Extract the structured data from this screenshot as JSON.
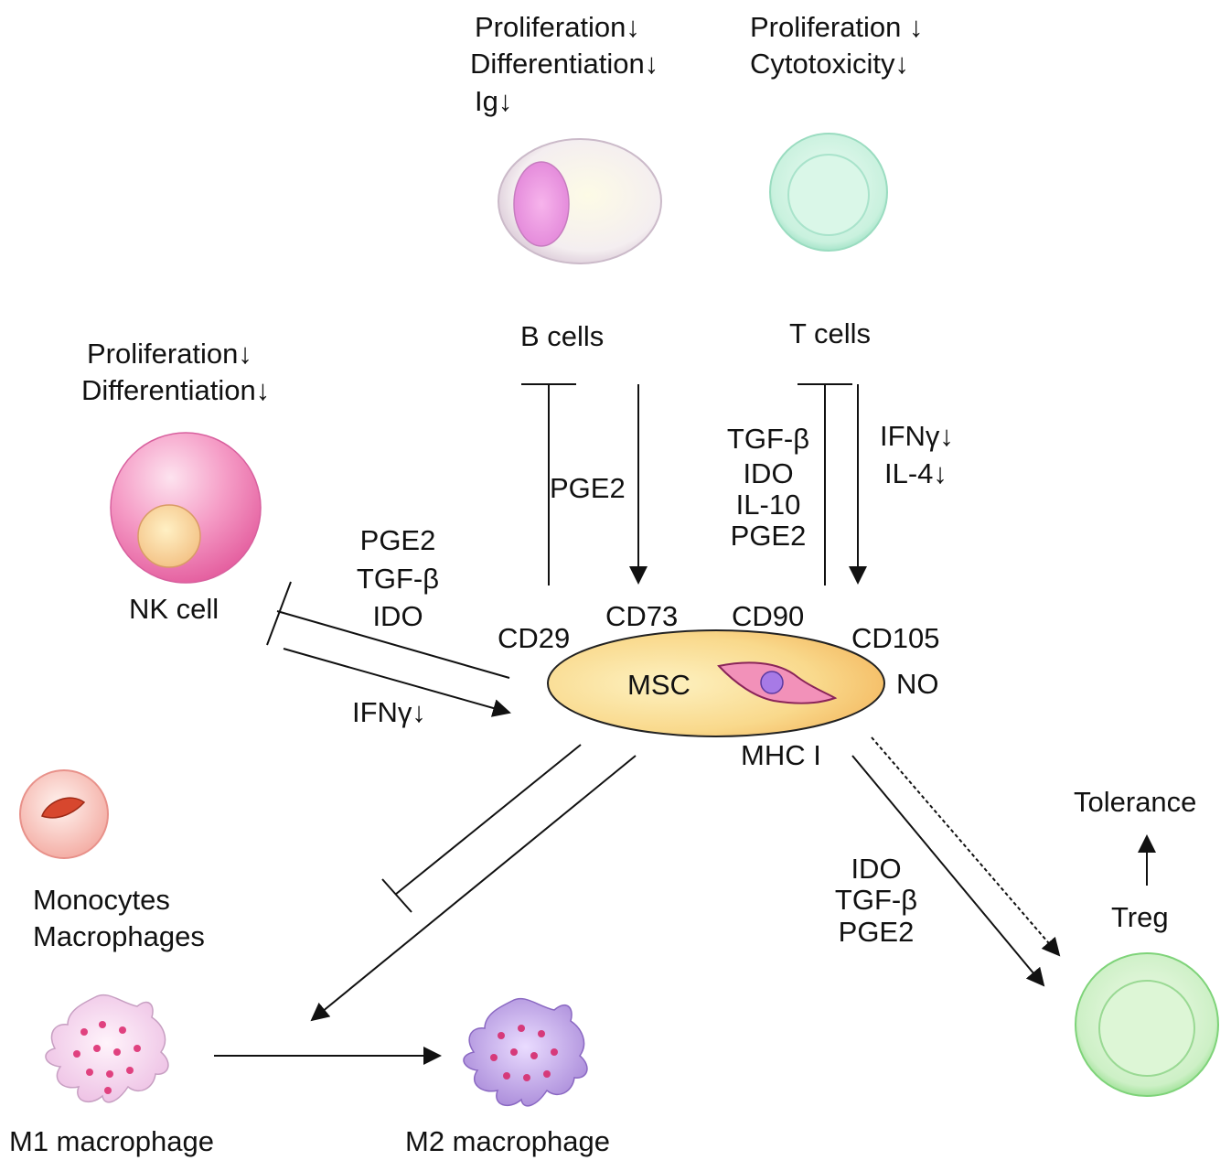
{
  "b_cells": {
    "label": "B cells",
    "effects": [
      "Proliferation↓",
      "Differentiation↓",
      "Ig↓"
    ]
  },
  "t_cells": {
    "label": "T cells",
    "effects": [
      "Proliferation ↓",
      "Cytotoxicity↓"
    ]
  },
  "nk_cell": {
    "label": "NK cell",
    "effects": [
      "Proliferation↓",
      "Differentiation↓"
    ]
  },
  "msc": {
    "label": "MSC",
    "markers": {
      "cd29": "CD29",
      "cd73": "CD73",
      "cd90": "CD90",
      "cd105": "CD105",
      "no": "NO",
      "mhc": "MHC I"
    }
  },
  "b_link": {
    "factor": "PGE2"
  },
  "t_link": {
    "inhibitors": [
      "TGF-β",
      "IDO",
      "IL-10",
      "PGE2"
    ],
    "signals": [
      "IFNγ↓",
      "IL-4↓"
    ]
  },
  "nk_link": {
    "inhibitors": [
      "PGE2",
      "TGF-β",
      "IDO"
    ],
    "signal": "IFNγ↓"
  },
  "monocytes": {
    "line1": "Monocytes",
    "line2": "Macrophages"
  },
  "m1": {
    "label": "M1 macrophage"
  },
  "m2": {
    "label": "M2 macrophage"
  },
  "treg": {
    "label": "Treg",
    "outcome": "Tolerance",
    "factors": [
      "IDO",
      "TGF-β",
      "PGE2"
    ]
  }
}
